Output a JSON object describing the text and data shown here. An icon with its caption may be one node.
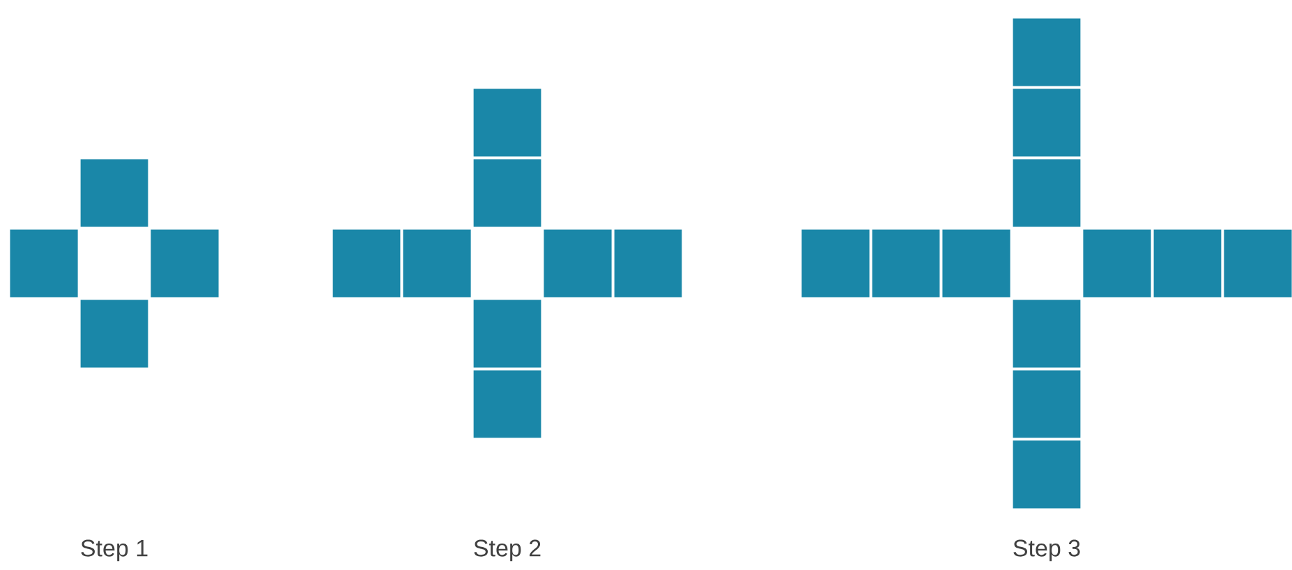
{
  "diagram": {
    "labels": [
      "Step 1",
      "Step 2",
      "Step 3"
    ]
  }
}
